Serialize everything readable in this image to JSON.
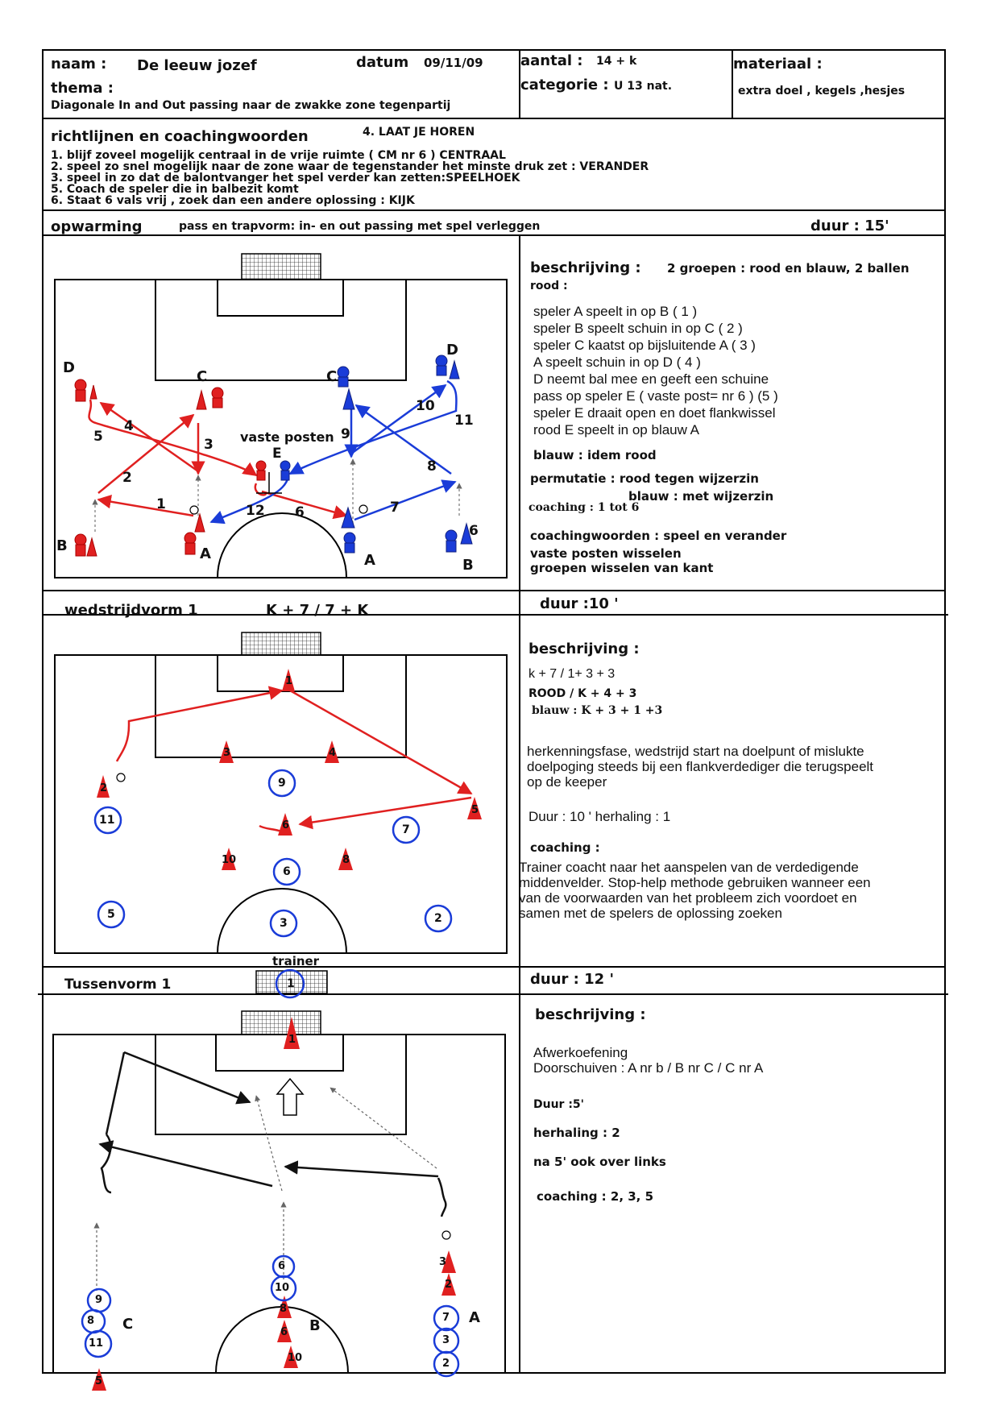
{
  "header": {
    "naam_label": "naam :",
    "naam_value": "De leeuw jozef",
    "datum_label": "datum",
    "datum_value": "09/11/09",
    "aantal_label": "aantal :",
    "aantal_value": "14 + k",
    "materiaal_label": "materiaal :",
    "materiaal_value": "extra doel , kegels ,hesjes",
    "thema_label": "thema :",
    "thema_value": "Diagonale In and Out passing naar de zwakke zone tegenpartij",
    "categorie_label": "categorie :",
    "categorie_value": "U 13 nat."
  },
  "guidelines": {
    "title": "richtlijnen en coachingwoorden",
    "item4": "4. LAAT JE HOREN",
    "items": [
      "1. blijf zoveel mogelijk centraal in de vrije ruimte ( CM nr 6 ) CENTRAAL",
      "2. speel zo snel mogelijk naar de zone waar de tegenstander het minste druk zet : VERANDER",
      "3. speel in zo dat de balontvanger het spel verder kan zetten:SPEELHOEK",
      "5. Coach de speler die in balbezit komt",
      "6. Staat 6 vals vrij , zoek dan een andere oplossing : KIJK"
    ]
  },
  "opwarming": {
    "title": "opwarming",
    "subtitle": "pass en trapvorm: in- en out passing met spel verleggen",
    "duur": "duur : 15'",
    "beschrijving_label": "beschrijving :",
    "beschrijving_extra": "2 groepen : rood en blauw, 2 ballen",
    "rood_label": "rood :",
    "lines": [
      "speler A speelt in op B ( 1 )",
      "speler B speelt schuin in op C ( 2 )",
      "speler C kaatst op bijsluitende A ( 3 )",
      "A speelt schuin in op D ( 4 )",
      "D neemt bal mee en geeft een schuine",
      "pass op speler E ( vaste post= nr 6 ) (5 )",
      "speler E draait open en doet flankwissel",
      "rood E speelt in op blauw A"
    ],
    "blauw": "blauw :   idem rood",
    "permutatie": "permutatie : rood tegen wijzerzin",
    "permutatie2": "blauw : met wijzerzin",
    "coaching": "coaching : 1 tot 6",
    "coachingwoorden": "coachingwoorden : speel en verander",
    "vaste": "vaste posten wisselen",
    "groepen": "groepen wisselen van kant",
    "diagram": {
      "vaste_posten": "vaste posten",
      "labels": [
        "D",
        "C",
        "C",
        "D",
        "E",
        "B",
        "A",
        "A",
        "B"
      ],
      "numbers": [
        "1",
        "2",
        "3",
        "4",
        "5",
        "6",
        "7",
        "8",
        "9",
        "10",
        "11",
        "12",
        "6"
      ]
    }
  },
  "wedstrijd": {
    "title": "wedstrijdvorm 1",
    "form": "K + 7 / 7 + K",
    "duur": "duur :10 '",
    "beschrijving_label": "beschrijving :",
    "line1": "k + 7 /  1+ 3 + 3",
    "line2": "ROOD / K + 4 + 3",
    "line3": "blauw : K + 3 + 1 +3",
    "para": [
      "herkenningsfase, wedstrijd start na doelpunt of mislukte",
      "doelpoging steeds bij een flankverdediger die terugspeelt",
      "op de keeper"
    ],
    "duur_herhaling": "Duur : 10 ' herhaling : 1",
    "coaching_label": "coaching :",
    "coaching_text": [
      "Trainer coacht naar het aanspelen van de verdedigende",
      "middenvelder. Stop-help methode gebruiken wanneer een",
      "van de voorwaarden van het probleem zich voordoet en",
      "samen met de spelers de oplossing zoeken"
    ],
    "trainer": "trainer",
    "red_numbers": [
      "1",
      "2",
      "3",
      "4",
      "5",
      "6",
      "8",
      "10"
    ],
    "blue_numbers": [
      "11",
      "9",
      "7",
      "6",
      "5",
      "3",
      "2",
      "1"
    ]
  },
  "tussen": {
    "title": "Tussenvorm 1",
    "duur": "duur : 12 '",
    "beschrijving_label": "beschrijving :",
    "afwerk": "Afwerkoefening",
    "doorschuiven": "Doorschuiven : A nr b / B nr C / C nr A",
    "duur5": "Duur :5'",
    "herhaling": "herhaling : 2",
    "links": "na 5' ook over links",
    "coaching": "coaching : 2, 3, 5",
    "group_labels": [
      "C",
      "B",
      "A"
    ]
  }
}
